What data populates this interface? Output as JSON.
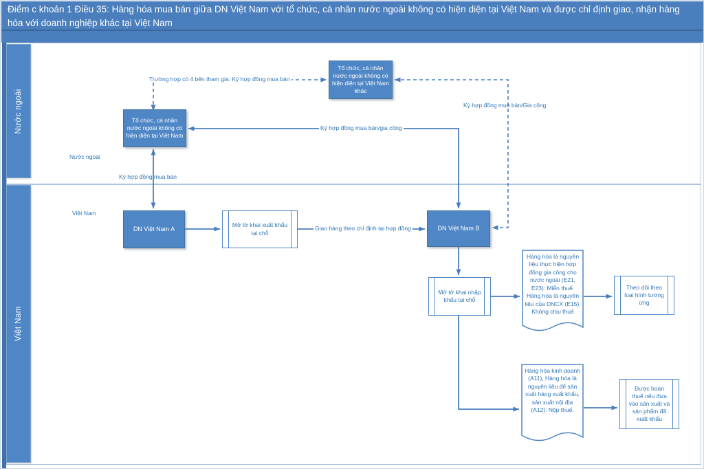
{
  "title": "Điểm c khoản 1 Điều 35: Hàng hóa mua bán giữa DN Việt Nam với tổ chức, cá nhân nước ngoài không có hiện diện tại Việt Nam và được chỉ định giao, nhận hàng hóa với doanh nghiệp khác tại Việt Nam",
  "lanes": {
    "foreign": "Nước ngoài",
    "vietnam": "Việt Nam"
  },
  "nodes": {
    "foreign_org_other": "Tổ chức, cá nhân nước ngoài không có hiện diện tại Việt Nam khác",
    "foreign_org": "Tổ chức, cá nhân nước ngoài không có hiện diện tại Việt Nam",
    "dn_vietnam_a": "DN Việt Nam A",
    "export_declaration": "Mở tờ khai xuất khẩu tại chỗ",
    "dn_vietnam_b": "DN Việt Nam B",
    "import_declaration": "Mở tờ khai nhập khẩu tại chỗ",
    "doc_tax_exempt": "Hàng hóa là nguyên liệu thực hiện hợp đồng gia công cho nước ngoài (E21, E23): Miễn thuế. Hàng hóa là nguyên liệu của DNCX (E15): Không chịu thuế",
    "track_by_type": "Theo dõi theo loại hình tương ứng",
    "doc_tax_pay": "Hàng hóa kinh doanh (A11), Hàng hóa là nguyên liệu để sản xuất hàng xuất khẩu, sản xuất nội địa (A12): Nộp thuế.",
    "tax_refund": "Được hoàn thuế nếu đưa vào sản xuất và sản phẩm đã xuất khẩu"
  },
  "edge_labels": {
    "four_party": "Trường hợp có 4 bên tham gia: Ký hợp đồng mua bán",
    "foreign_small": "Nước ngoài",
    "sign_sale_contract": "Ký hợp đồng mua bán",
    "vietnam_small": "Việt Nam",
    "sale_or_processing": "Ký hợp đồng mua bán/gia công",
    "sale_or_processing_2": "Ký hợp đồng mua bán/Gia công",
    "delivery_per_contract": "Giao hàng theo chỉ định tại hợp đồng"
  },
  "colors": {
    "header": "#4a7ebc",
    "accent": "#4f86c6",
    "accent-dark": "#41719c",
    "line": "#4a7ebc",
    "labeltext": "#2e75b6"
  }
}
